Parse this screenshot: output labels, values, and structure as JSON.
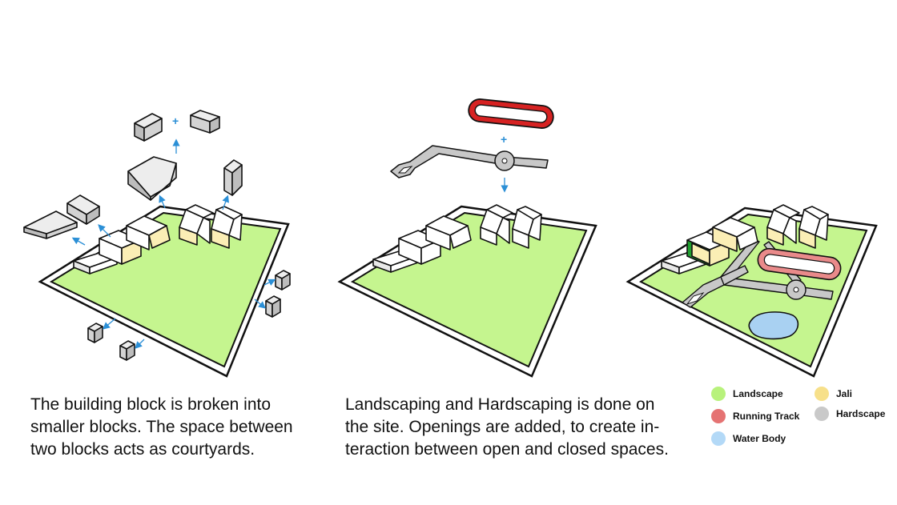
{
  "captions": {
    "step1": [
      "The building block is broken into",
      "smaller blocks. The space between",
      "two blocks acts as courtyards."
    ],
    "step2": [
      "Landscaping and Hardscaping is done on",
      "the site. Openings are added, to create in-",
      "teraction between open and closed spaces."
    ]
  },
  "symbols": {
    "plus": "+"
  },
  "legend": [
    {
      "label": "Landscape",
      "color": "#b8f27c"
    },
    {
      "label": "Running Track",
      "color": "#e57373"
    },
    {
      "label": "Water Body",
      "color": "#b3d9f7"
    },
    {
      "label": "Jali",
      "color": "#f7e08a"
    },
    {
      "label": "Hardscape",
      "color": "#c9c9c9"
    }
  ],
  "colors": {
    "landscape": "#c5f58f",
    "block_face": "#ffffff",
    "block_grey": "#d3d3d3",
    "jali": "#fbeeb5",
    "track": "#d62222",
    "track_pink": "#e98a8a",
    "water": "#a9d1f2",
    "hardscape": "#c8c8c8",
    "arrow": "#2b8fd6",
    "green_wall": "#1e9e2e"
  }
}
